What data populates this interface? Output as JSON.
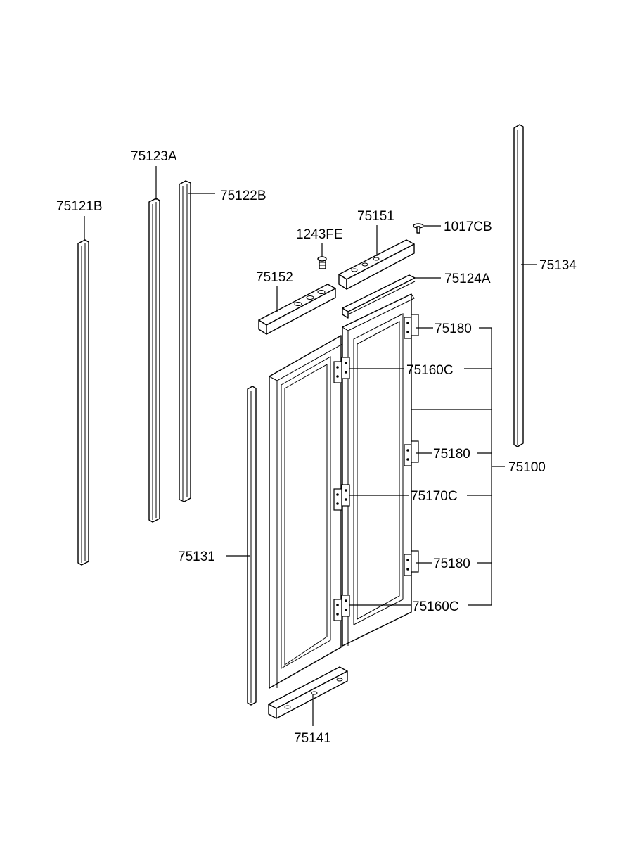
{
  "diagram": {
    "part_numbers": {
      "p75123A": "75123A",
      "p75121B": "75121B",
      "p75122B": "75122B",
      "p75151": "75151",
      "p1017CB": "1017CB",
      "p1243FE": "1243FE",
      "p75134": "75134",
      "p75152": "75152",
      "p75124A": "75124A",
      "p75180_top": "75180",
      "p75160C_top": "75160C",
      "p75180_mid": "75180",
      "p75100": "75100",
      "p75170C": "75170C",
      "p75131": "75131",
      "p75180_low": "75180",
      "p75160C_low": "75160C",
      "p75141": "75141"
    }
  }
}
